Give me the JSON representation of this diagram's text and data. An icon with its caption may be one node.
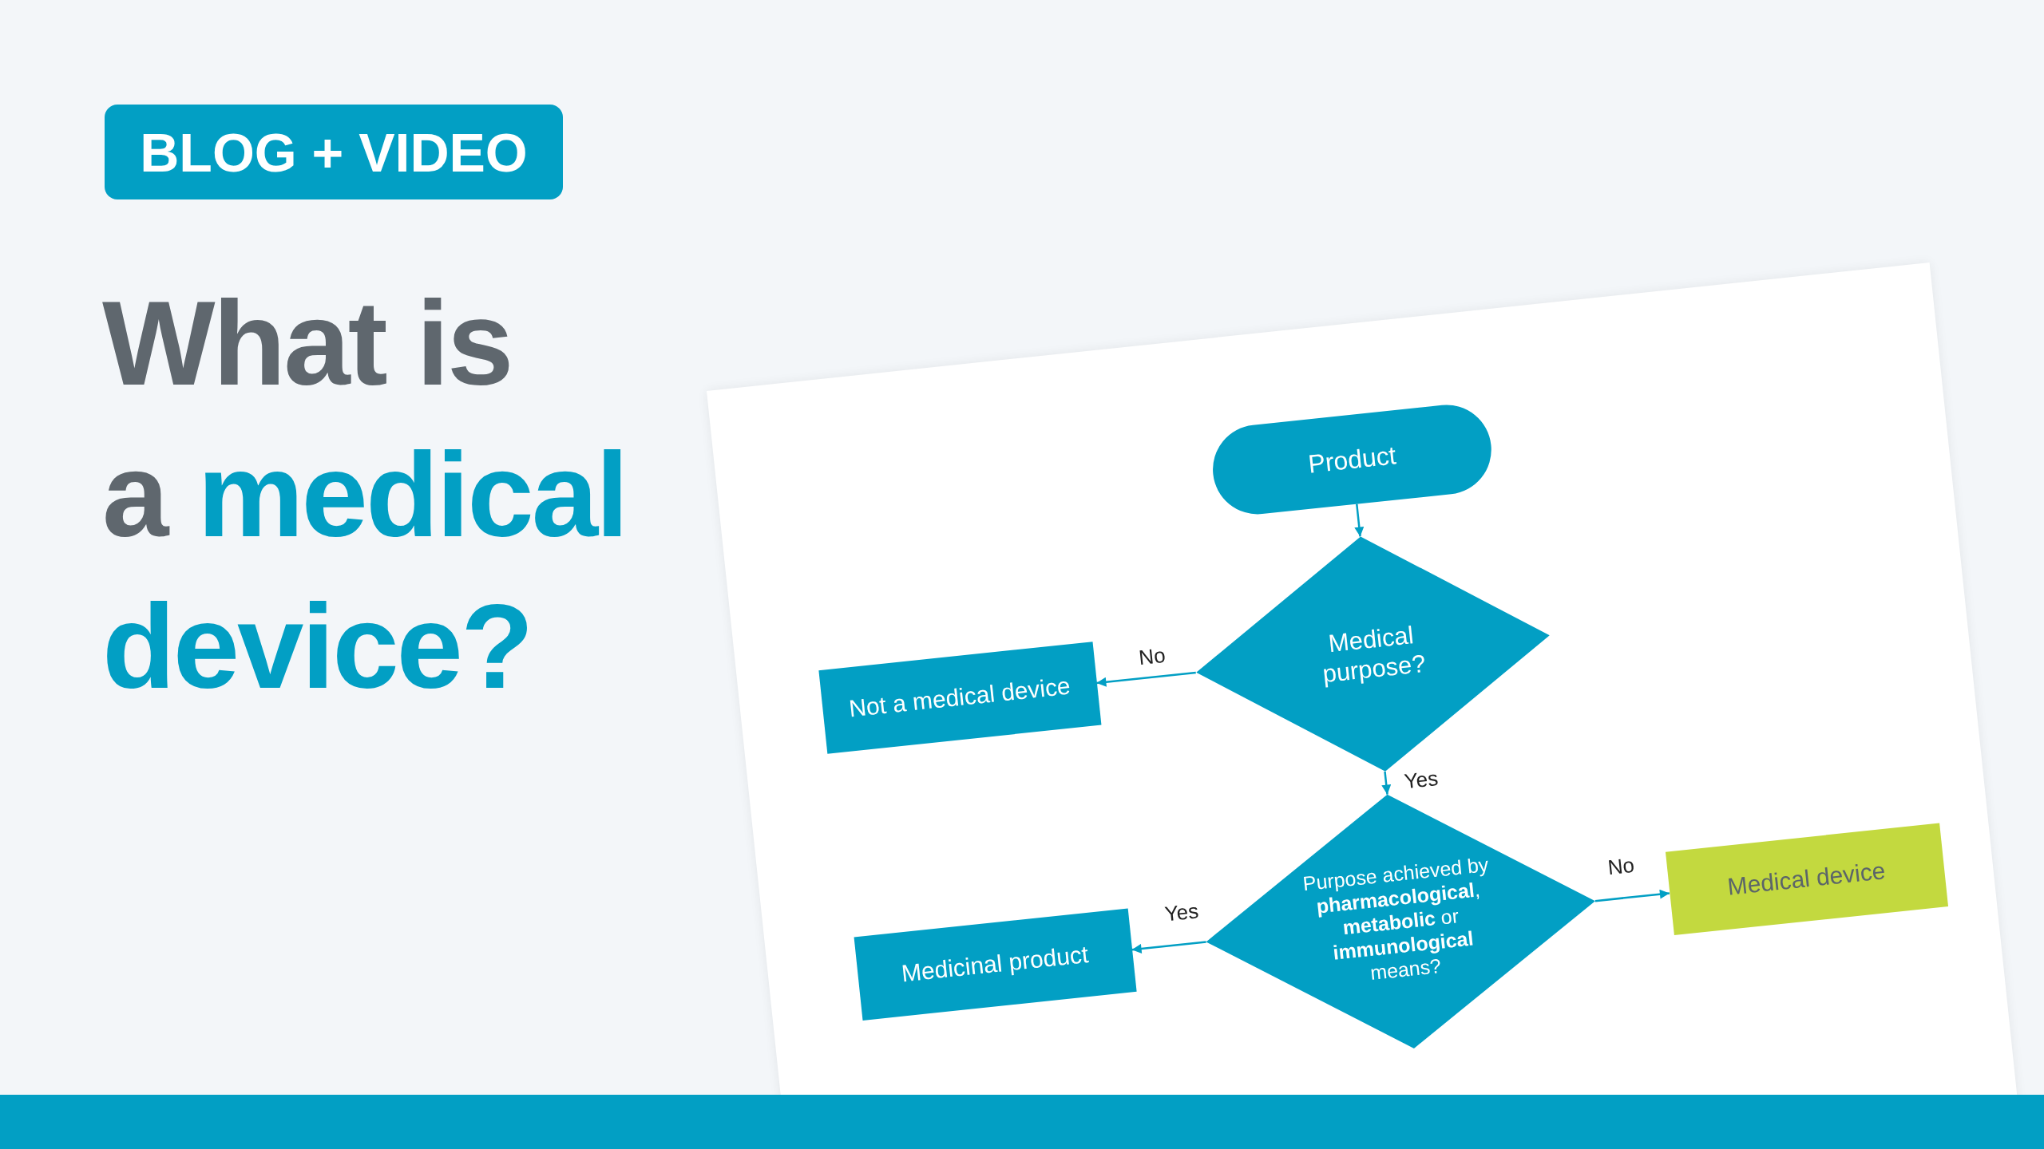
{
  "diagram": {
    "title": "What is a medical device?",
    "nodes": [
      {
        "text": [
          "Product"
        ]
      },
      {
        "text": [
          "Medical purpose?"
        ]
      },
      {
        "text": [
          "Not a medical device"
        ]
      },
      {
        "text": [
          "Purpose achieved by **pharmacological**, **metabolic** or **immunological** means?"
        ]
      },
      {
        "text": [
          "Medicinal product"
        ]
      },
      {
        "text": [
          "Medical device"
        ]
      }
    ],
    "edges": [
      {
        "from": 0,
        "to": 1,
        "arrow": "to"
      },
      {
        "from": 1,
        "to": 2,
        "arrow": "to",
        "label": "No"
      },
      {
        "from": 1,
        "to": 3,
        "arrow": "to",
        "label": "Yes"
      },
      {
        "from": 3,
        "to": 4,
        "arrow": "to",
        "label": "Yes"
      },
      {
        "from": 3,
        "to": 5,
        "arrow": "to",
        "label": "No"
      }
    ],
    "labels": [
      "BLOG + VIDEO"
    ]
  }
}
